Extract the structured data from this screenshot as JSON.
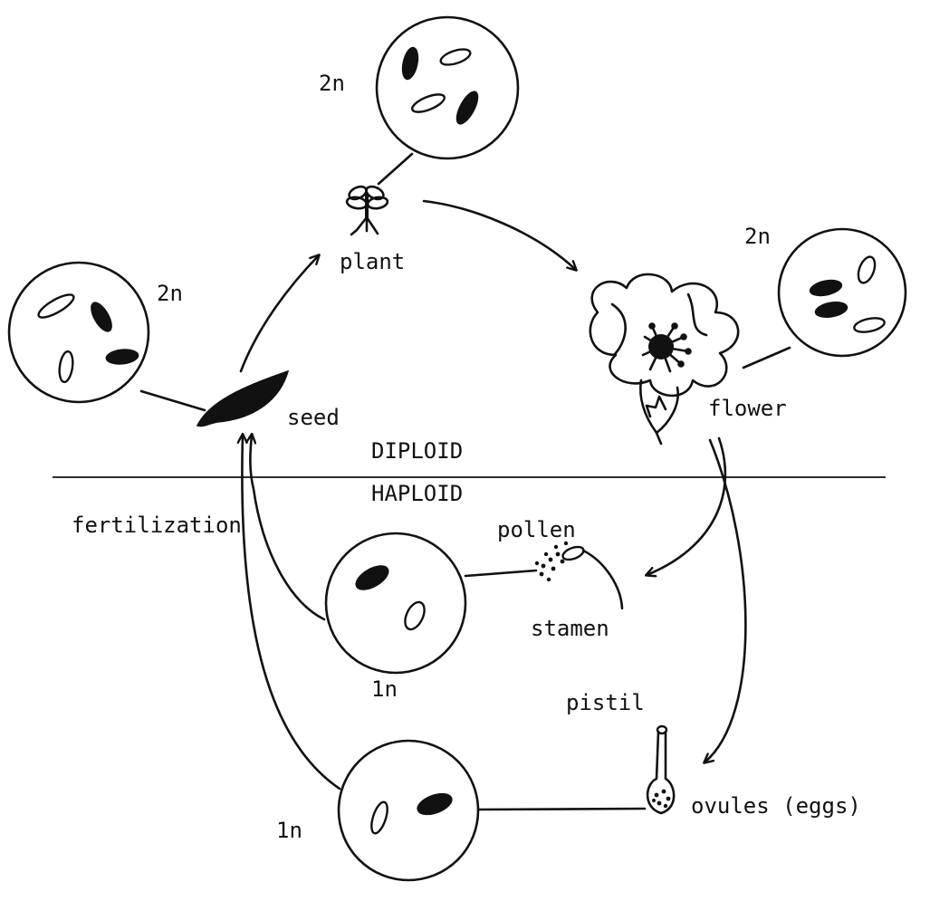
{
  "labels": {
    "plant": "plant",
    "flower": "flower",
    "seed": "seed",
    "diploid": "DIPLOID",
    "haploid": "HAPLOID",
    "fertilization": "fertilization",
    "pollen": "pollen",
    "stamen": "stamen",
    "pistil": "pistil",
    "ovules": "ovules (eggs)"
  },
  "ploidy": {
    "plant_cell": "2n",
    "flower_cell": "2n",
    "seed_cell": "2n",
    "pollen_cell": "1n",
    "ovule_cell": "1n"
  },
  "icons": [
    "seedling-icon",
    "flower-icon",
    "seed-icon",
    "pollen-icon",
    "stamen-icon",
    "pistil-icon"
  ],
  "colors": {
    "ink": "#111111",
    "background": "#ffffff"
  }
}
